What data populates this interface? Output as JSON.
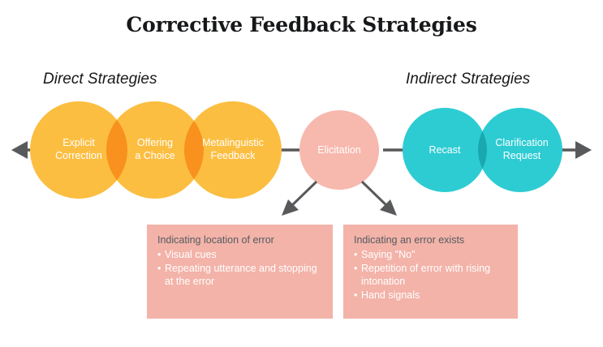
{
  "title": "Corrective Feedback Strategies",
  "sections": {
    "direct": "Direct Strategies",
    "indirect": "Indirect Strategies"
  },
  "circles": [
    {
      "id": "explicit-correction",
      "label": "Explicit\nCorrection",
      "color": "#fcbe41",
      "group": "direct"
    },
    {
      "id": "offering-a-choice",
      "label": "Offering\na Choice",
      "color": "#fcbe41",
      "group": "direct"
    },
    {
      "id": "metalinguistic-feedback",
      "label": "Metalinguistic\nFeedback",
      "color": "#fcbe41",
      "group": "direct"
    },
    {
      "id": "elicitation",
      "label": "Elicitation",
      "color": "#f7b8ae",
      "group": "middle"
    },
    {
      "id": "recast",
      "label": "Recast",
      "color": "#2dccd3",
      "group": "indirect"
    },
    {
      "id": "clarification-request",
      "label": "Clarification\nRequest",
      "color": "#2dccd3",
      "group": "indirect"
    }
  ],
  "colors": {
    "orange": "#fcbe41",
    "orange_overlap": "#f8911d",
    "pink": "#f7b8ae",
    "pink_box": "#f3b3a9",
    "teal": "#2dccd3",
    "teal_overlap": "#1aa8b0",
    "arrow": "#58595b",
    "title_text": "#17181a",
    "box_heading_text": "#555b60",
    "circle_text": "#ffffff"
  },
  "boxes": [
    {
      "id": "indicating-location-of-error",
      "heading": "Indicating location of error",
      "items": [
        "Visual cues",
        "Repeating utterance and stopping at the error"
      ]
    },
    {
      "id": "indicating-an-error-exists",
      "heading": "Indicating an error exists",
      "items": [
        "Saying \"No\"",
        "Repetition of error with rising intonation",
        "Hand signals"
      ]
    }
  ]
}
